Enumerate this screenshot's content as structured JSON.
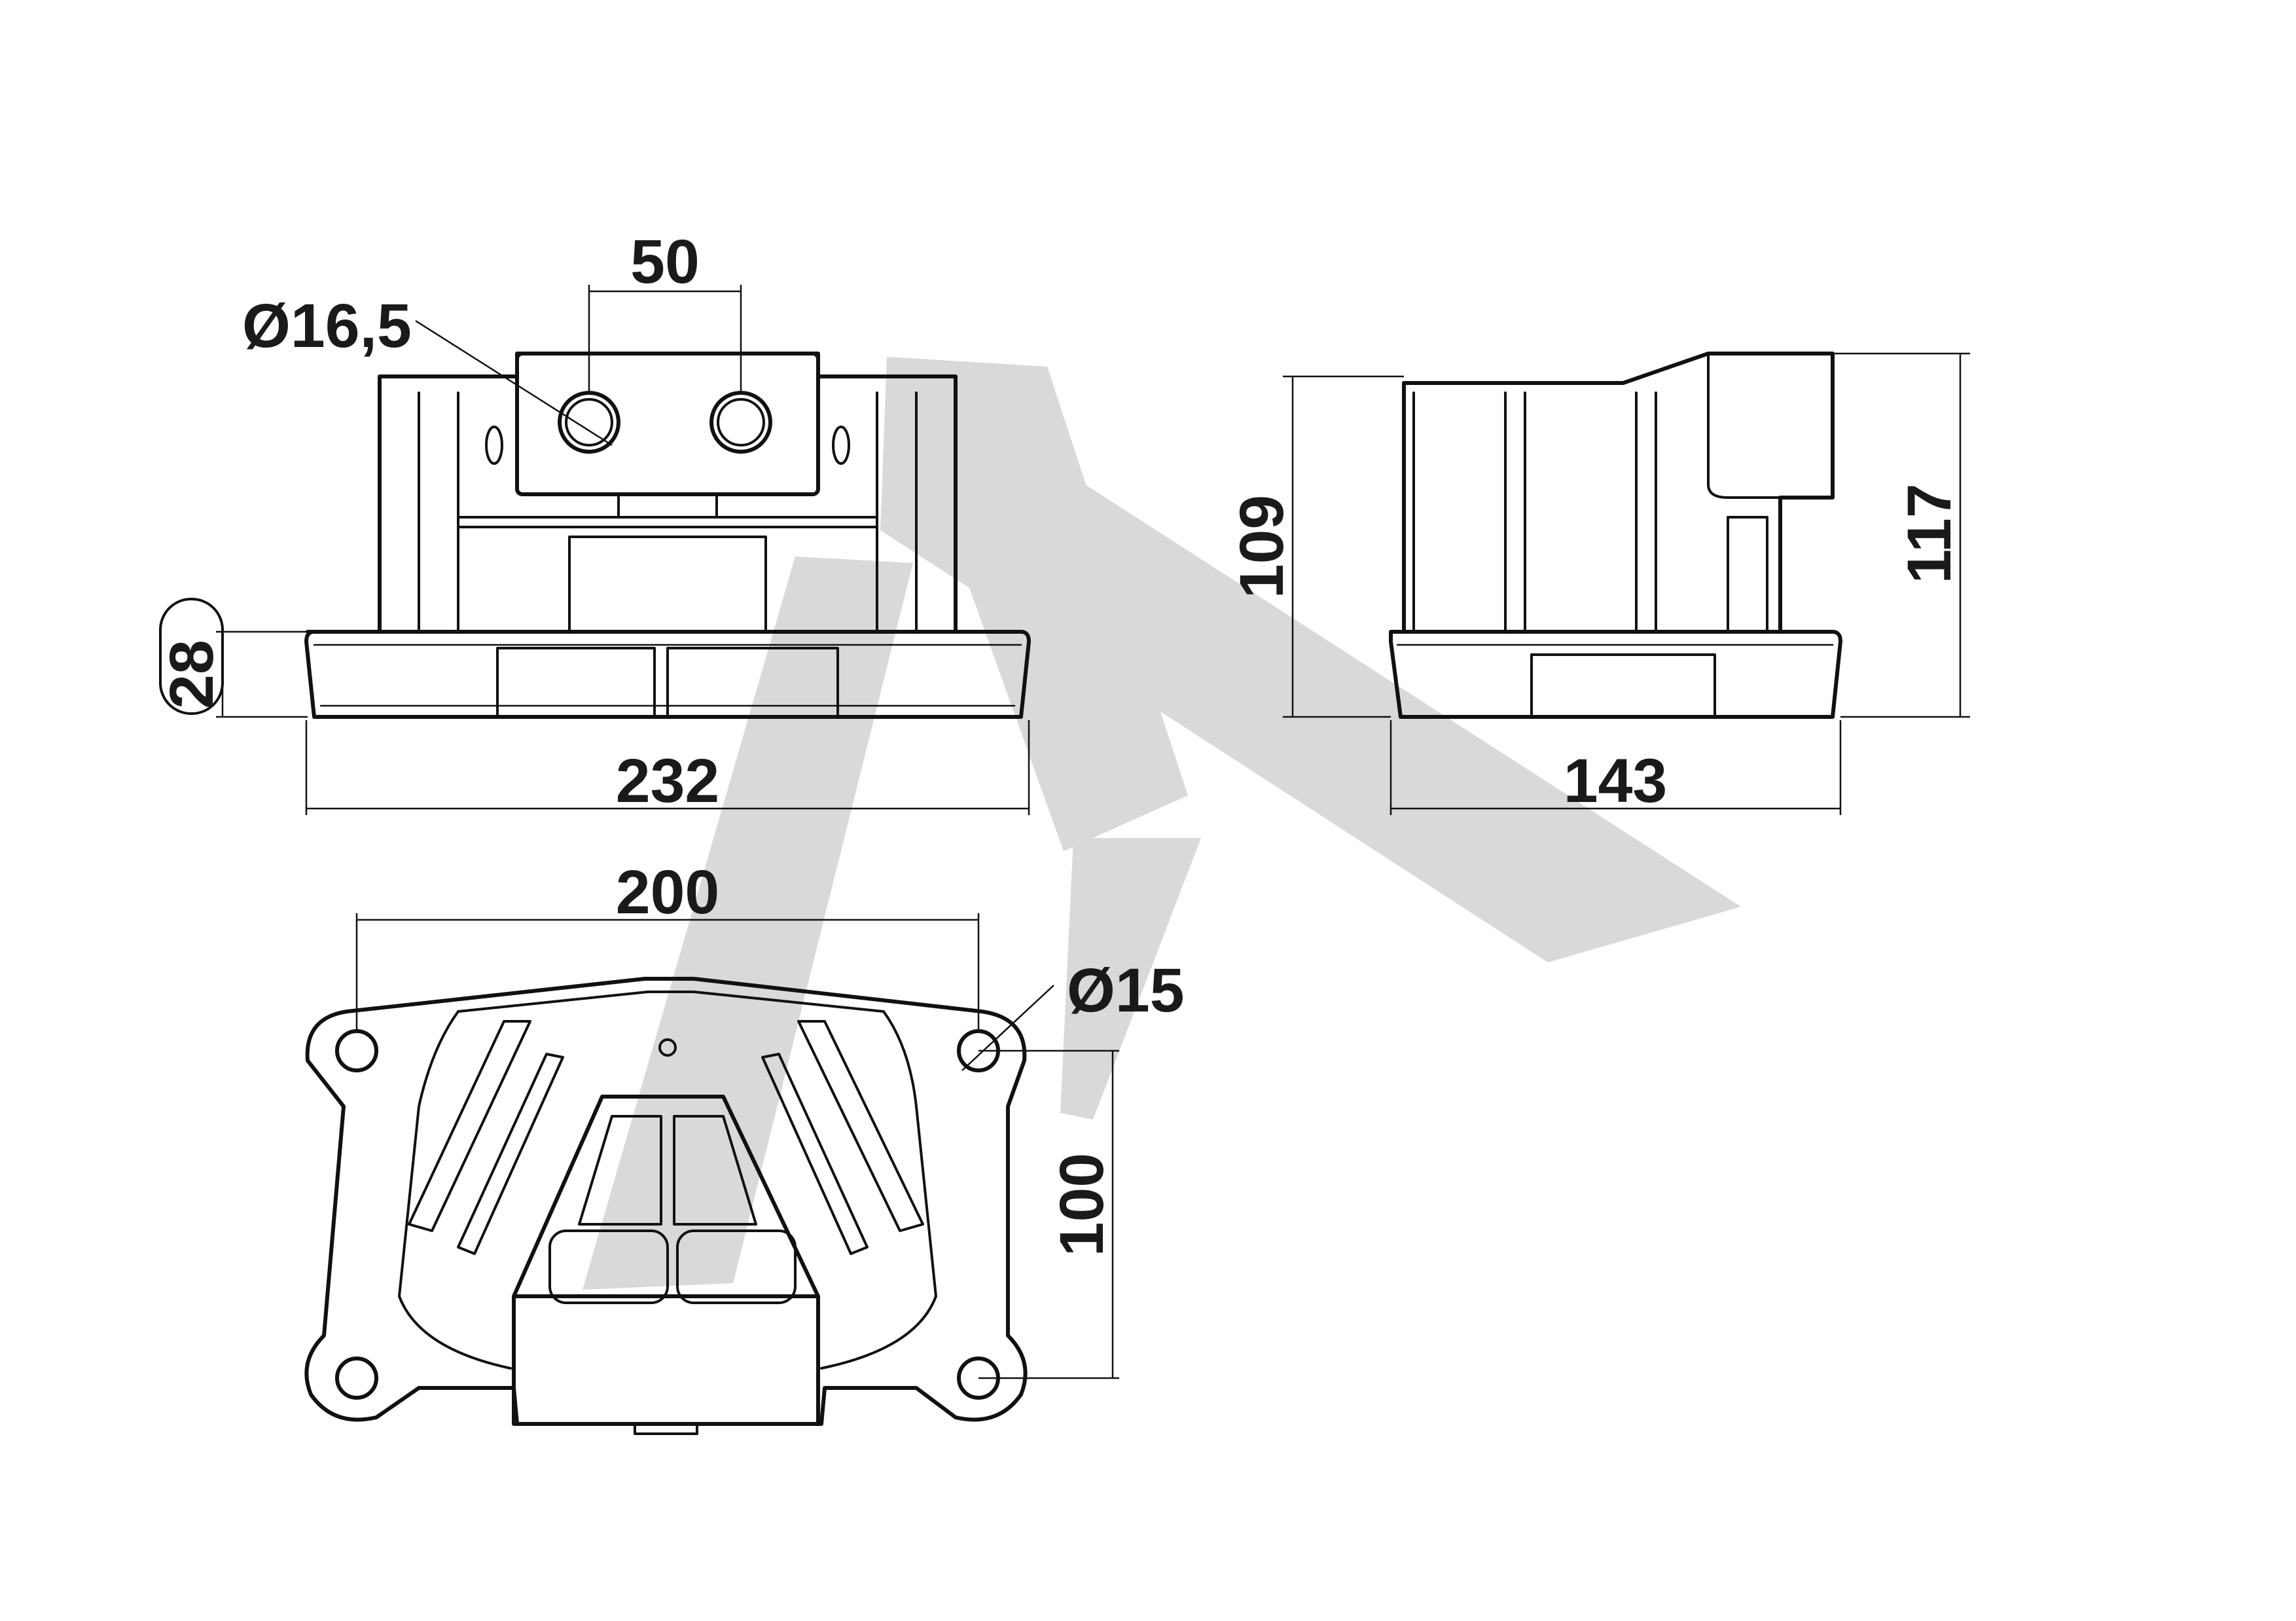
{
  "dimensions": {
    "hole_diameter_top": "Ø16,5",
    "hole_spacing": "50",
    "base_height": "28",
    "total_width": "232",
    "height_front": "109",
    "total_depth": "143",
    "height_side": "117",
    "bolt_spacing": "200",
    "bolt_diameter": "Ø15",
    "bolt_spacing_vertical": "100"
  },
  "colors": {
    "line": "#111111",
    "watermark": "#d9d9d9",
    "background": "#ffffff"
  }
}
